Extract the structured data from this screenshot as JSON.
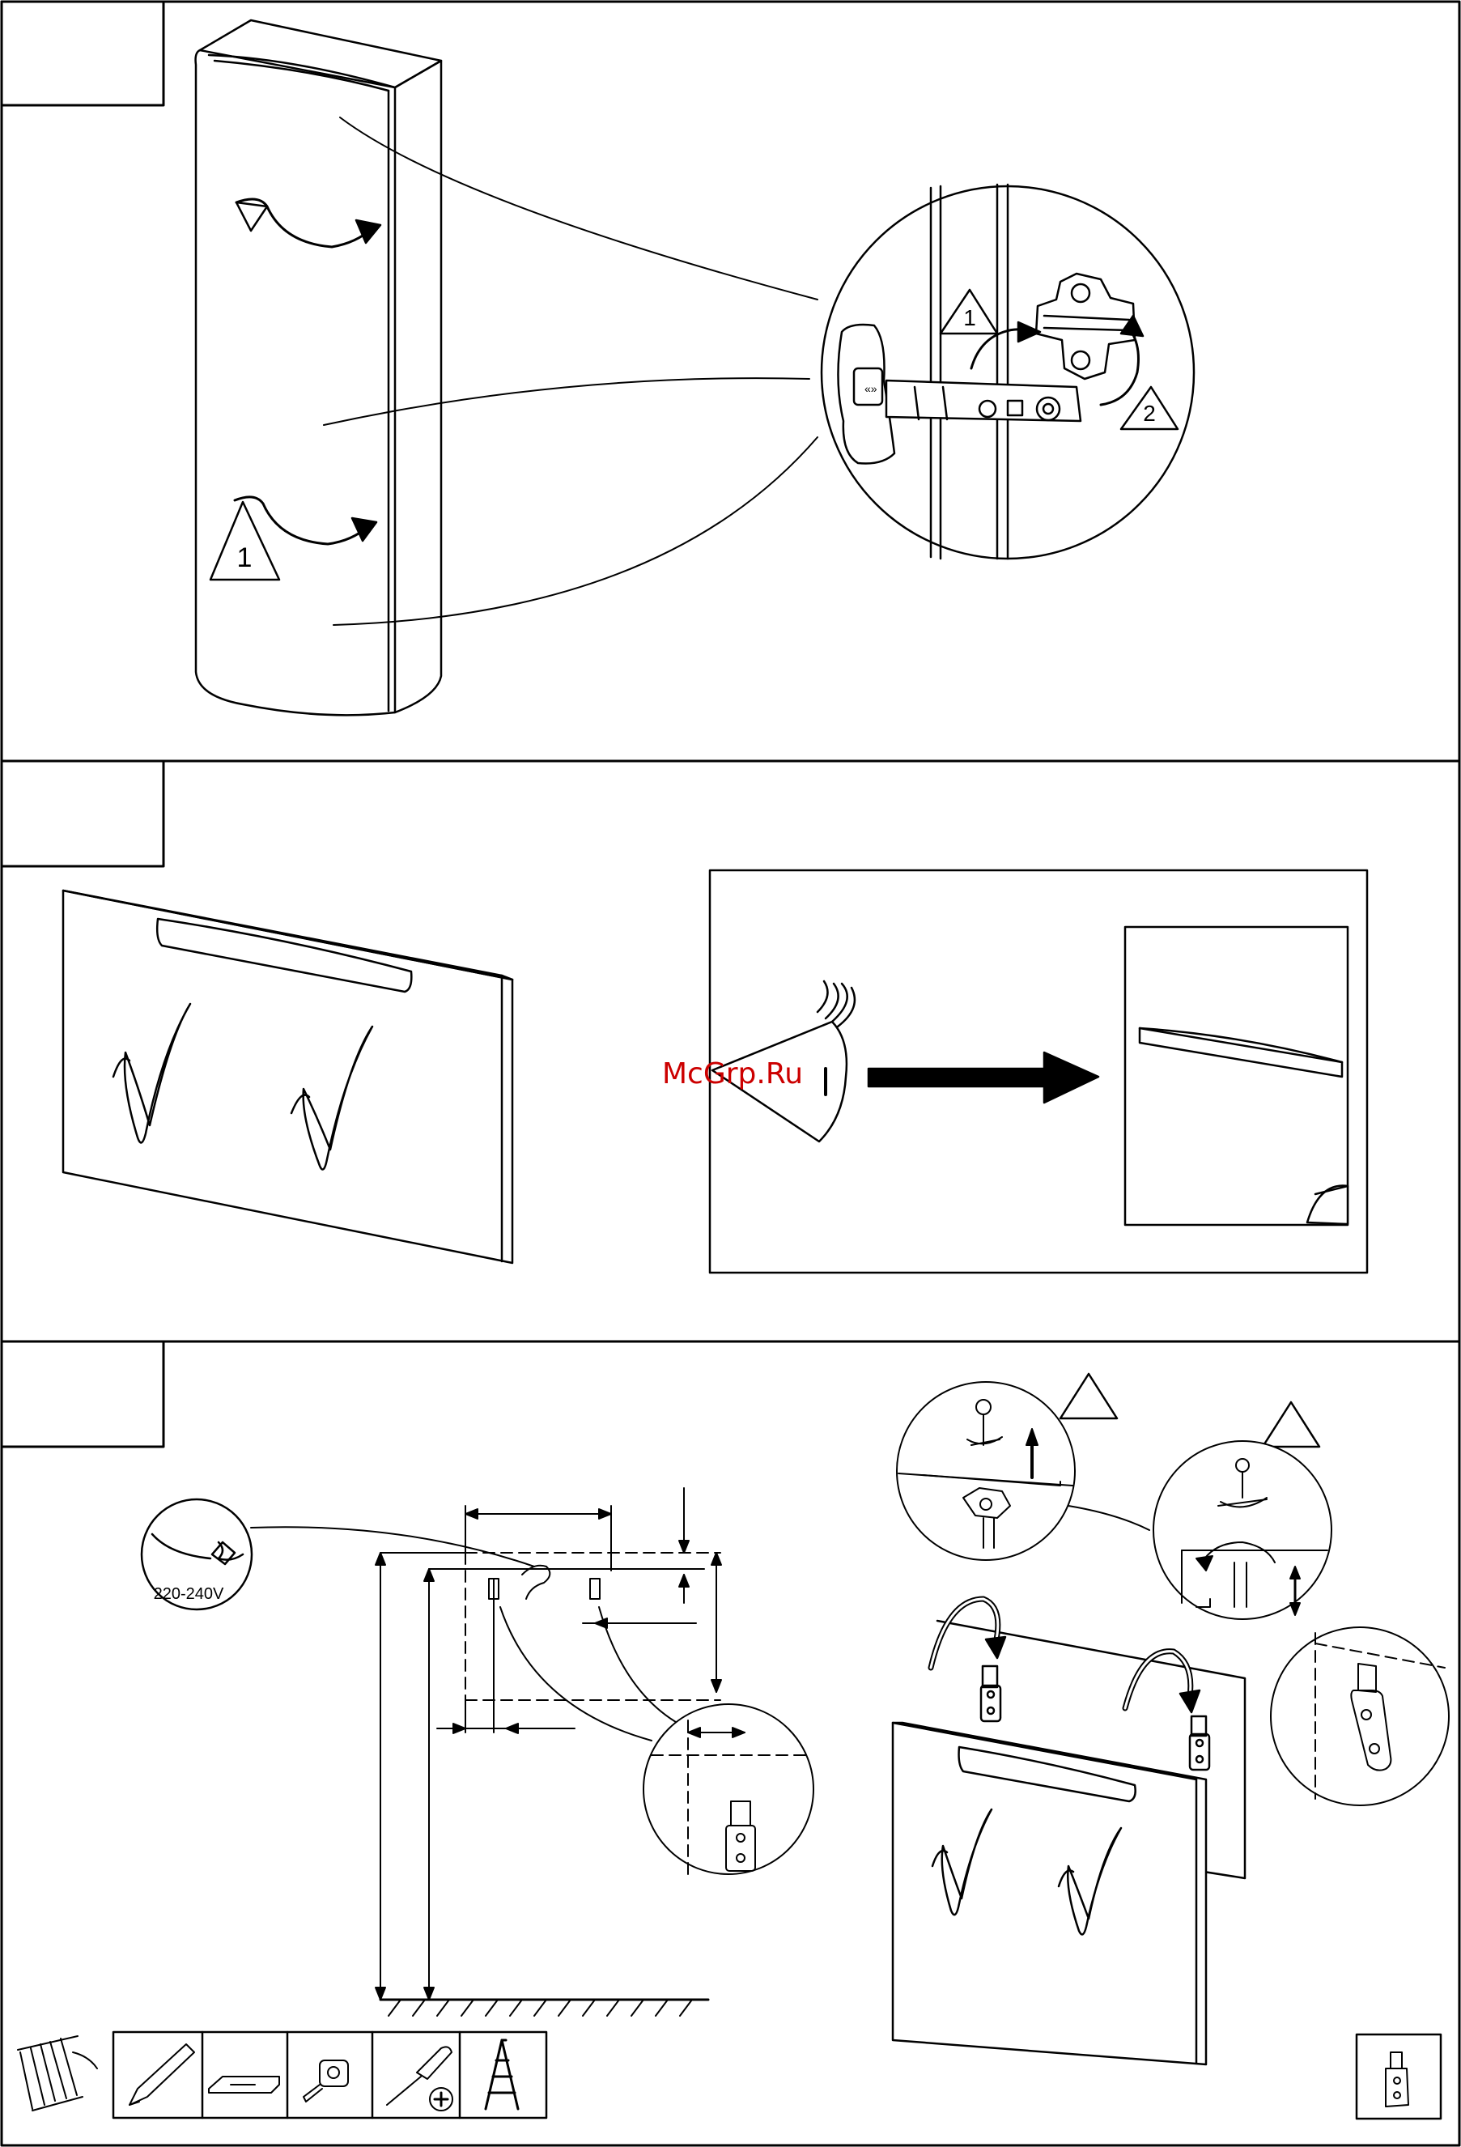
{
  "page": {
    "watermark": "McGrp.Ru",
    "voltage_label": "220-240V",
    "warning_labels": [
      "1",
      "1",
      "2"
    ]
  },
  "step_numbers": [
    "",
    "",
    ""
  ],
  "tools": {
    "items": [
      "wall-plug-screws",
      "pencil",
      "spirit-level",
      "tape-measure",
      "screwdriver",
      "ladder"
    ]
  },
  "colors": {
    "line": "#000000",
    "background": "#ffffff",
    "watermark": "#cc0000"
  }
}
